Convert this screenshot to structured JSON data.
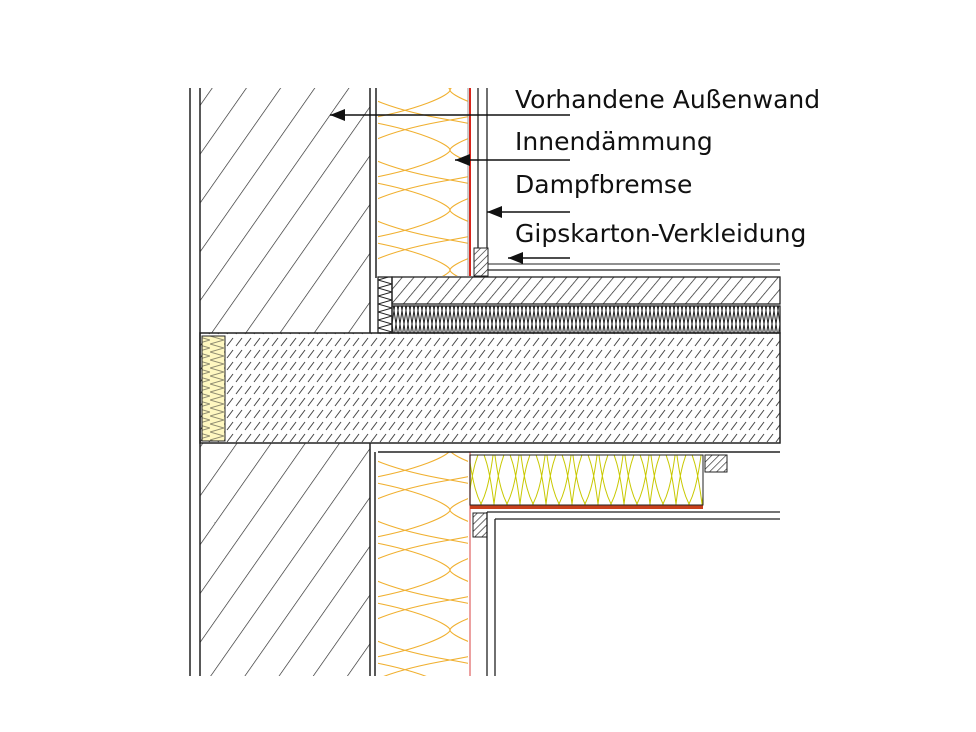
{
  "labels": [
    {
      "text": "Vorhandene Außenwand"
    },
    {
      "text": "Innendämmung"
    },
    {
      "text": "Dampfbremse"
    },
    {
      "text": "Gipskarton-Verkleidung"
    }
  ],
  "colors": {
    "line": "#222222",
    "insulation": "#e8d200",
    "insulation_wall": "#f0b030",
    "vapor_barrier": "#d8261c"
  }
}
